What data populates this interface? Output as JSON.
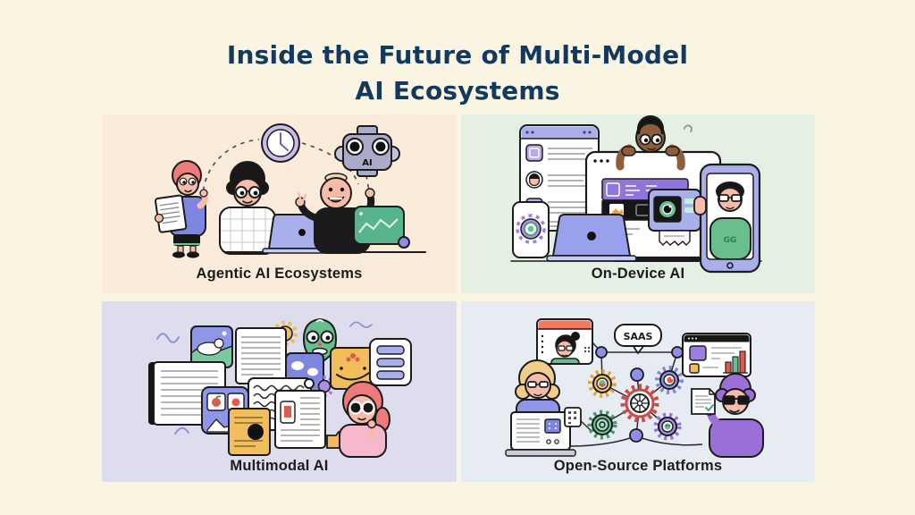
{
  "page": {
    "background": "#FAF5E2",
    "title_line1": "Inside the Future of Multi-Model",
    "title_line2": "AI Ecosystems",
    "title_color": "#14395E"
  },
  "palette": {
    "outline": "#1b1b1b",
    "navy": "#14395E",
    "peach_panel": "#FBEBDB",
    "mint_panel": "#E4F0E4",
    "lavender_panel": "#DEDDED",
    "mist_panel": "#E7EBF2",
    "device_lavender": "#A9AFEA",
    "accent_purple": "#9B7FE0",
    "accent_green": "#69BE8E",
    "accent_orange": "#F2BE5C",
    "accent_red": "#E05B4B"
  },
  "panels": {
    "agentic": {
      "caption": "Agentic AI Ecosystems",
      "background": "#FBEBDB",
      "ai_chip_label": "AI",
      "icons": [
        "clock-icon",
        "ai-chip-icon",
        "document-icon",
        "laptop-icon",
        "chart-card-icon"
      ]
    },
    "ondevice": {
      "caption": "On-Device AI",
      "background": "#E4F0E4",
      "shirt_label": "GG",
      "icons": [
        "browser-window-icon",
        "smartphone-icon",
        "monitor-icon",
        "laptop-icon",
        "video-call-phone-icon"
      ]
    },
    "multimodal": {
      "caption": "Multimodal AI",
      "background": "#DEDDED",
      "icons": [
        "image-card-icon",
        "text-document-icon",
        "audio-wave-document-icon",
        "gear-icon",
        "media-card-icon"
      ]
    },
    "opensource": {
      "caption": "Open-Source Platforms",
      "background": "#E7EBF2",
      "bubble_label": "SAAS",
      "icons": [
        "video-call-window-icon",
        "speech-bubble-icon",
        "dashboard-icon",
        "gear-network-icon",
        "server-icon",
        "document-check-icon"
      ]
    }
  }
}
